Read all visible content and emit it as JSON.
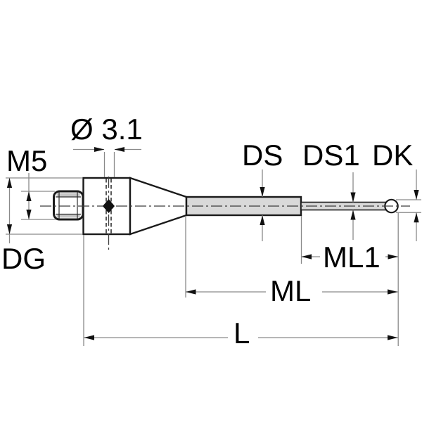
{
  "drawing": {
    "labels": {
      "hole_diameter": "Ø 3.1",
      "thread_size": "M5",
      "base_diameter": "DG",
      "stem_diameter": "DS",
      "tip_stem_diameter": "DS1",
      "ball_diameter": "DK",
      "tip_stem_length": "ML1",
      "stem_length": "ML",
      "overall_length": "L"
    }
  },
  "colors": {
    "line": "#1a1a1a",
    "dim": "#8a8a8a",
    "arrow": "#111111",
    "partfill": "#d9d9d9",
    "shade": "#c6c6c6",
    "text": "#000000",
    "bg": "#ffffff"
  }
}
